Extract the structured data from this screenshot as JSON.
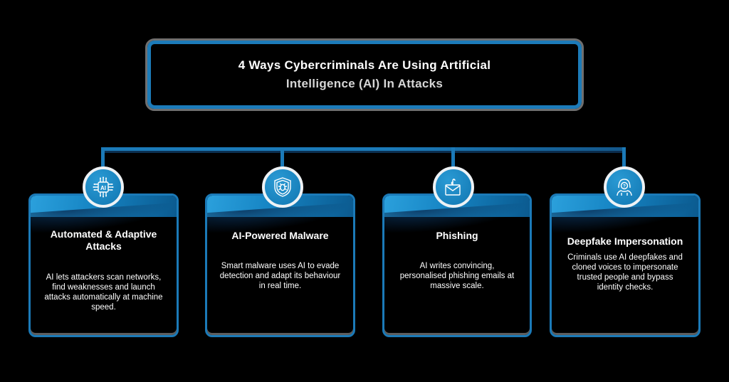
{
  "colors": {
    "background": "#000000",
    "accent_blue": "#1b7ab8",
    "badge_blue": "#1a86c2",
    "header_gradient_light": "#2ba0dc",
    "header_gradient_dark": "#0b5a8f",
    "outline_gray": "#6f6f6f",
    "text": "#ffffff"
  },
  "title": {
    "line1": "4 Ways Cybercriminals Are Using Artificial",
    "line2": "Intelligence (AI) In Attacks"
  },
  "cards": [
    {
      "icon": "ai-chip-icon",
      "heading_line1": "Automated & Adaptive",
      "heading_line2": "Attacks",
      "body": "AI lets attackers scan networks, find weaknesses and launch attacks automatically at machine speed."
    },
    {
      "icon": "shield-bug-malware-icon",
      "heading_line1": "AI-Powered Malware",
      "heading_line2": "",
      "body": "Smart malware uses AI to evade detection and adapt its behaviour in real time."
    },
    {
      "icon": "phishing-email-hook-icon",
      "heading_line1": "Phishing",
      "heading_line2": "",
      "body": "AI writes convincing, personalised phishing emails at massive scale."
    },
    {
      "icon": "hooded-hacker-icon",
      "heading_line1": "Deepfake Impersonation",
      "heading_line2": "",
      "body": "Criminals use AI deepfakes and cloned voices to impersonate trusted people and bypass identity checks."
    }
  ]
}
